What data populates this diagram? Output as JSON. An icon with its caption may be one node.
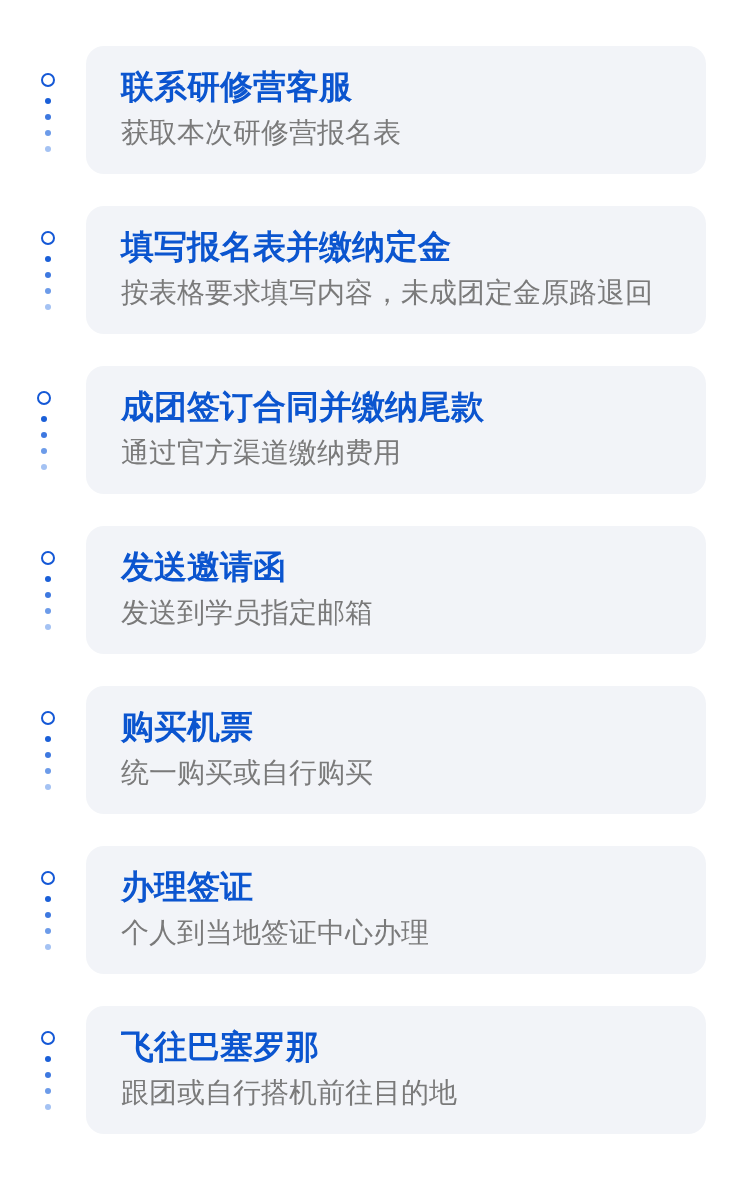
{
  "diagram": {
    "nodes": [
      {
        "text": [
          "联系研修营客服",
          "获取本次研修营报名表"
        ]
      },
      {
        "text": [
          "填写报名表并缴纳定金",
          "按表格要求填写内容，未成团定金原路退回"
        ]
      },
      {
        "text": [
          "成团签订合同并缴纳尾款",
          "通过官方渠道缴纳费用"
        ]
      },
      {
        "text": [
          "发送邀请函",
          "发送到学员指定邮箱"
        ]
      },
      {
        "text": [
          "购买机票",
          "统一购买或自行购买"
        ]
      },
      {
        "text": [
          "办理签证",
          "个人到当地签证中心办理"
        ]
      },
      {
        "text": [
          "飞往巴塞罗那",
          "跟团或自行搭机前往目的地"
        ]
      }
    ]
  }
}
